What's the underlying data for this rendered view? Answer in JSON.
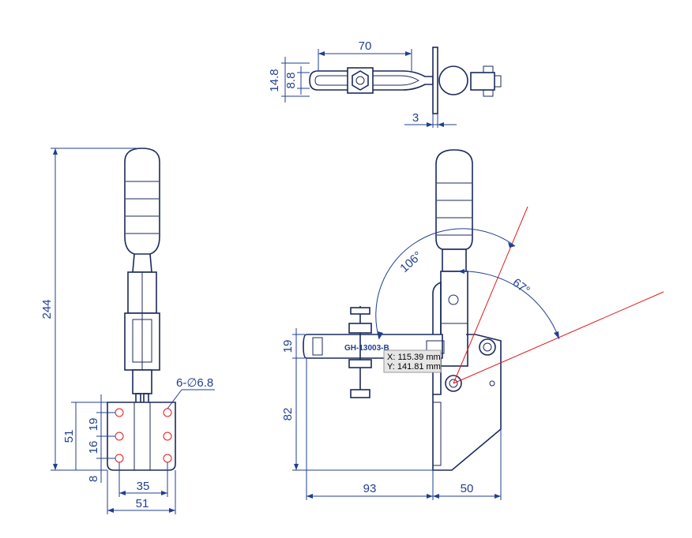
{
  "top_view": {
    "dims": {
      "length": "70",
      "height_outer": "14.8",
      "height_inner": "8.8",
      "thickness": "3"
    }
  },
  "front_view": {
    "dims": {
      "total_height": "244",
      "hole_spec": "6-∅6.8",
      "base_height": "51",
      "pitch_top": "19",
      "pitch_mid": "16",
      "edge_bottom": "8",
      "hole_span": "35",
      "base_width": "51"
    }
  },
  "side_view": {
    "part_label": "GH-13003-B",
    "dims": {
      "arm_height": "19",
      "base_height": "82",
      "reach": "93",
      "base_length": "50",
      "angle_open": "106°",
      "angle_release": "67°"
    },
    "readout": {
      "x": "X: 115.39 mm",
      "y": "Y: 141.81 mm"
    }
  }
}
